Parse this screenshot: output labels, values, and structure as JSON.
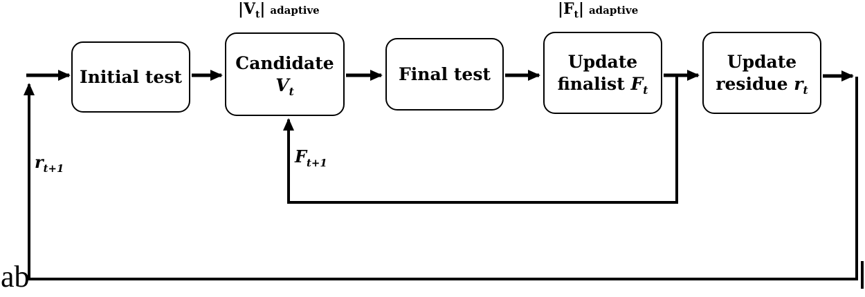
{
  "figure": {
    "caption": "ab"
  },
  "colors": {
    "ink": "#000000",
    "background": "#ffffff",
    "box_fill": "#ffffff"
  },
  "boxes": {
    "initial_test": {
      "label": "Initial test"
    },
    "candidate": {
      "line1": "Candidate",
      "var": "V",
      "sub": "t"
    },
    "final_test": {
      "label": "Final test"
    },
    "update_finalist": {
      "line1": "Update",
      "line2": "finalist",
      "var": "F",
      "sub": "t"
    },
    "update_residue": {
      "line1": "Update",
      "line2": "residue",
      "var": "r",
      "sub": "t"
    }
  },
  "annotations": {
    "vt_adaptive": {
      "open": "|",
      "var": "V",
      "sub": "t",
      "close": "|",
      "word": "adaptive"
    },
    "ft_adaptive": {
      "open": "|",
      "var": "F",
      "sub": "t",
      "close": "|",
      "word": "adaptive"
    }
  },
  "edge_labels": {
    "residue_next": {
      "var": "r",
      "sub": "t+1"
    },
    "finalist_next": {
      "var": "F",
      "sub": "t+1"
    }
  }
}
